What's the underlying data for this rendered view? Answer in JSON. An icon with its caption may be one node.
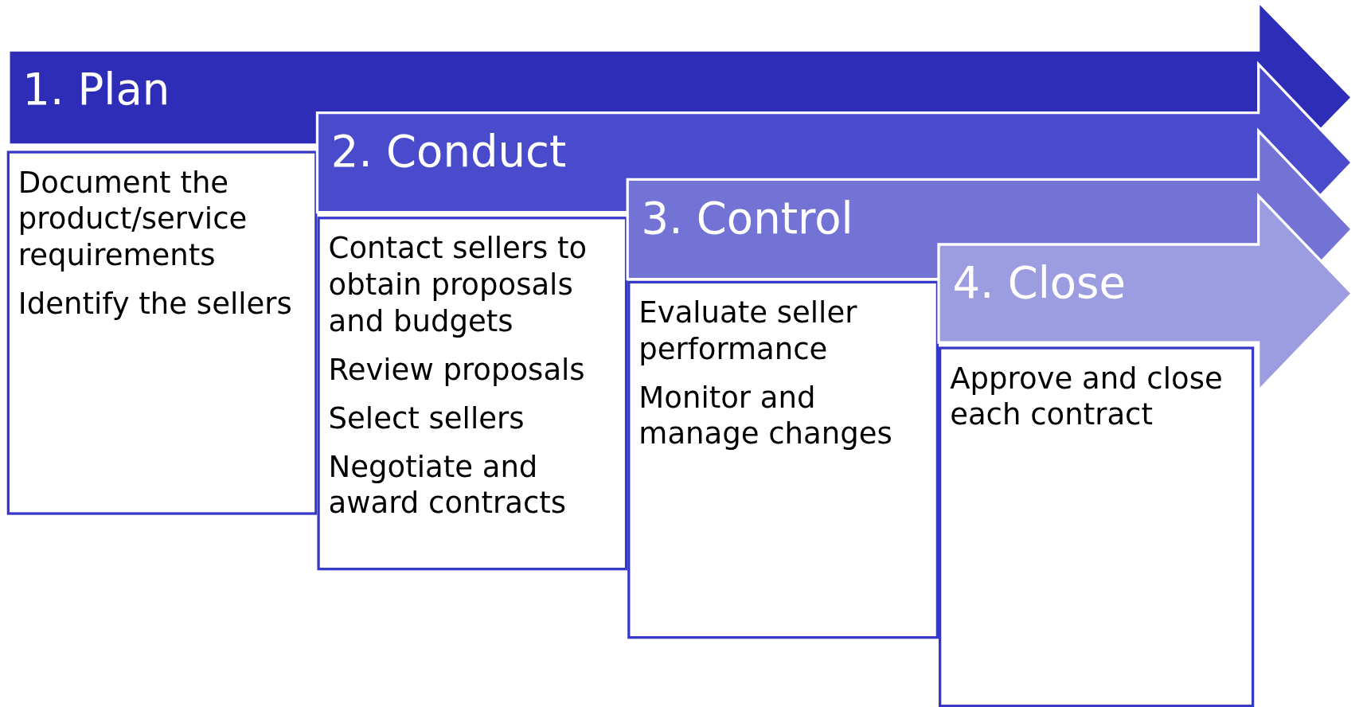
{
  "diagram": {
    "nodes": [
      {
        "text": [
          "1. Plan"
        ]
      },
      {
        "text": [
          "Document the product/service requirements",
          "Identify the sellers"
        ]
      },
      {
        "text": [
          "2. Conduct"
        ]
      },
      {
        "text": [
          "Contact sellers to obtain proposals and budgets",
          "Review proposals",
          "Select sellers",
          "Negotiate and award contracts"
        ]
      },
      {
        "text": [
          "3. Control"
        ]
      },
      {
        "text": [
          "Evaluate seller performance",
          "Monitor and manage changes"
        ]
      },
      {
        "text": [
          "4. Close"
        ]
      },
      {
        "text": [
          "Approve and close each contract"
        ]
      }
    ]
  }
}
